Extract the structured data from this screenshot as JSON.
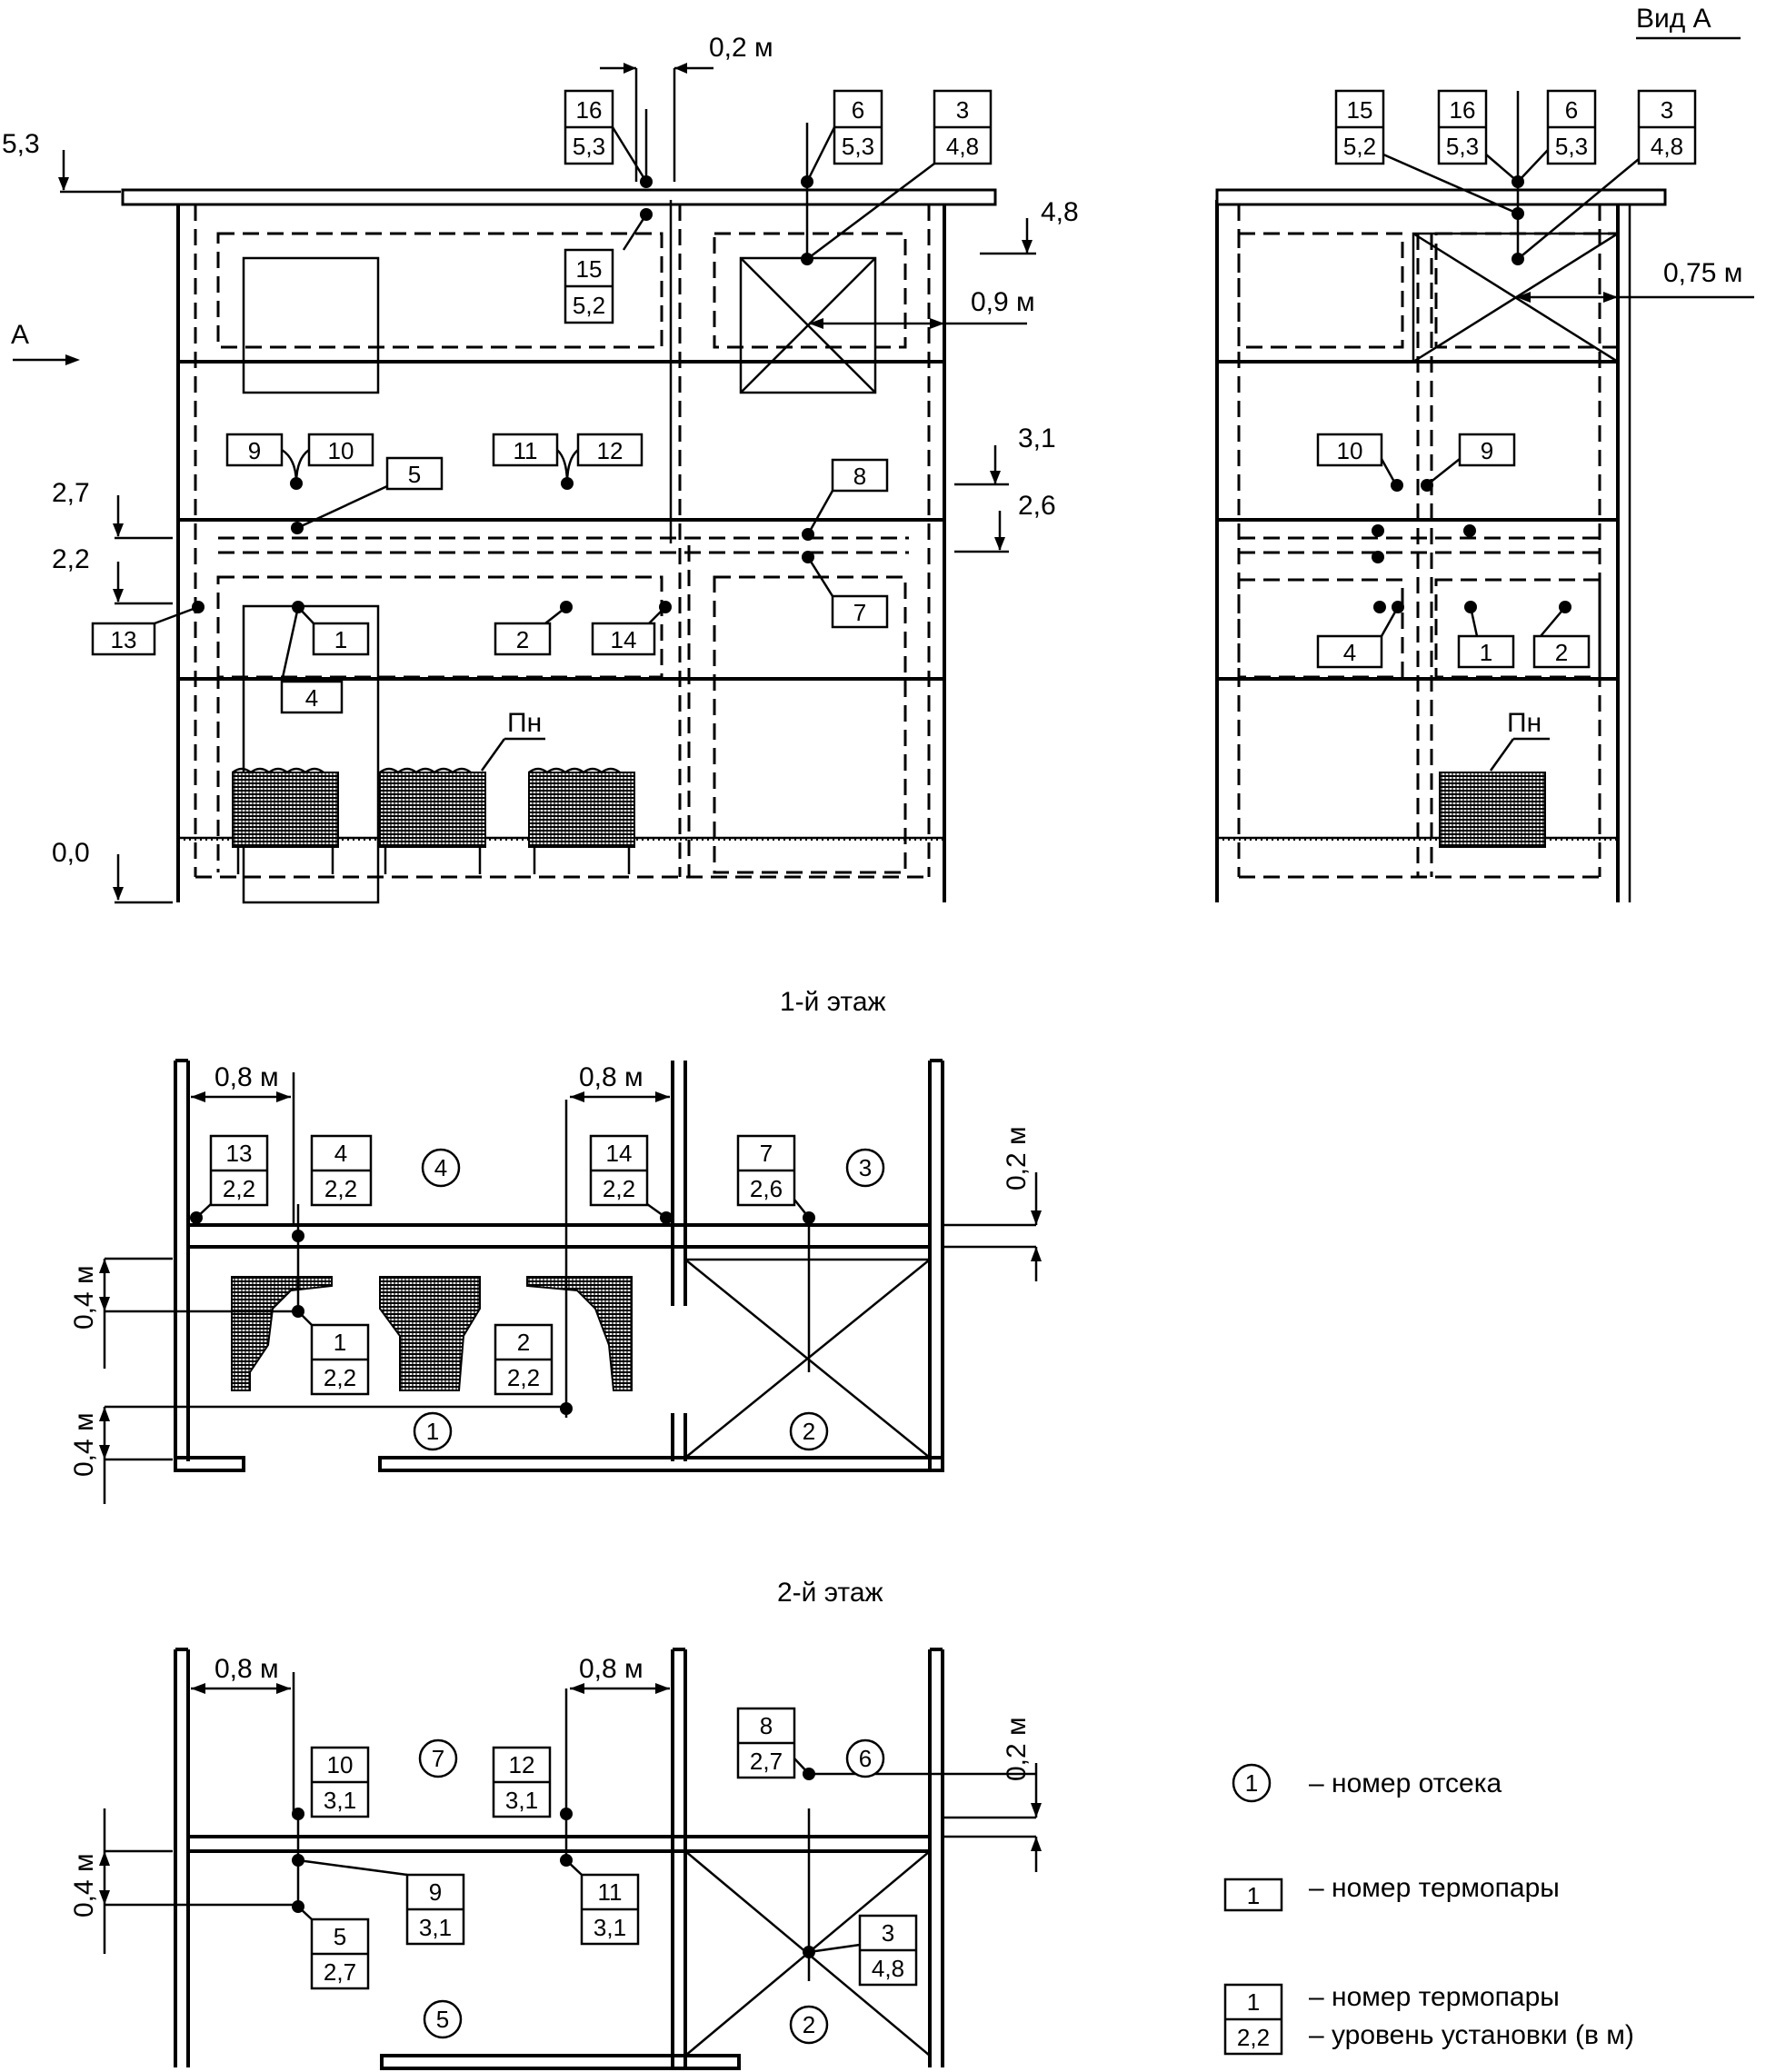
{
  "view_a_title": "Вид А",
  "arrow_a_label": "А",
  "front_view": {
    "elevations": [
      "5,3",
      "4,8",
      "3,1",
      "2,7",
      "2,6",
      "2,2",
      "0,0"
    ],
    "dims": {
      "d02": "0,2 м",
      "d09": "0,9 м"
    },
    "furniture_label": "Пн",
    "tc_two": [
      {
        "n": "16",
        "h": "5,3"
      },
      {
        "n": "6",
        "h": "5,3"
      },
      {
        "n": "3",
        "h": "4,8"
      },
      {
        "n": "15",
        "h": "5,2"
      }
    ],
    "tc_one": [
      "9",
      "10",
      "11",
      "12",
      "5",
      "8",
      "13",
      "1",
      "4",
      "2",
      "14",
      "7"
    ]
  },
  "side_view": {
    "dims": {
      "d075": "0,75 м"
    },
    "furniture_label": "Пн",
    "tc_two": [
      {
        "n": "15",
        "h": "5,2"
      },
      {
        "n": "16",
        "h": "5,3"
      },
      {
        "n": "6",
        "h": "5,3"
      },
      {
        "n": "3",
        "h": "4,8"
      }
    ],
    "tc_one": [
      "10",
      "9",
      "4",
      "1",
      "2"
    ]
  },
  "floor1": {
    "title": "1-й этаж",
    "dims": {
      "d08a": "0,8 м",
      "d08b": "0,8 м",
      "d02": "0,2 м",
      "d04a": "0,4 м",
      "d04b": "0,4 м"
    },
    "tc": [
      {
        "n": "13",
        "h": "2,2"
      },
      {
        "n": "4",
        "h": "2,2"
      },
      {
        "n": "14",
        "h": "2,2"
      },
      {
        "n": "7",
        "h": "2,6"
      },
      {
        "n": "1",
        "h": "2,2"
      },
      {
        "n": "2",
        "h": "2,2"
      }
    ],
    "compartments": [
      "4",
      "3",
      "1",
      "2"
    ]
  },
  "floor2": {
    "title": "2-й этаж",
    "dims": {
      "d08a": "0,8 м",
      "d08b": "0,8 м",
      "d02": "0,2 м",
      "d04": "0,4 м"
    },
    "tc": [
      {
        "n": "10",
        "h": "3,1"
      },
      {
        "n": "12",
        "h": "3,1"
      },
      {
        "n": "8",
        "h": "2,7"
      },
      {
        "n": "9",
        "h": "3,1"
      },
      {
        "n": "11",
        "h": "3,1"
      },
      {
        "n": "5",
        "h": "2,7"
      },
      {
        "n": "3",
        "h": "4,8"
      }
    ],
    "compartments": [
      "7",
      "6",
      "5",
      "2"
    ]
  },
  "legend": {
    "circle_sample": "1",
    "circle_text": "– номер отсека",
    "box_sample": "1",
    "box_text": "– номер термопары",
    "double_top": "1",
    "double_bottom": "2,2",
    "double_text1": "– номер термопары",
    "double_text2": "– уровень установки (в м)"
  }
}
